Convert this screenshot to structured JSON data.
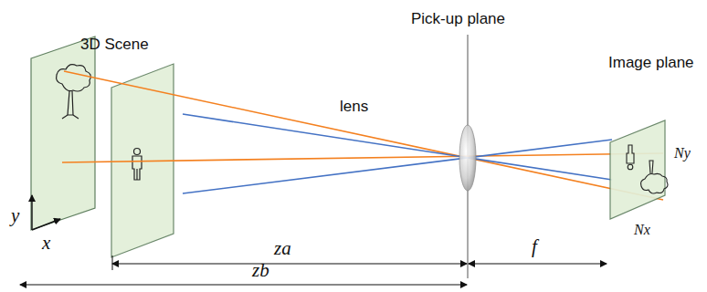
{
  "diagram": {
    "labels": [
      "3D Scene",
      "Pick-up plane",
      "lens",
      "Image plane",
      "Ny",
      "Nx",
      "y",
      "x",
      "za",
      "zb",
      "f"
    ]
  }
}
